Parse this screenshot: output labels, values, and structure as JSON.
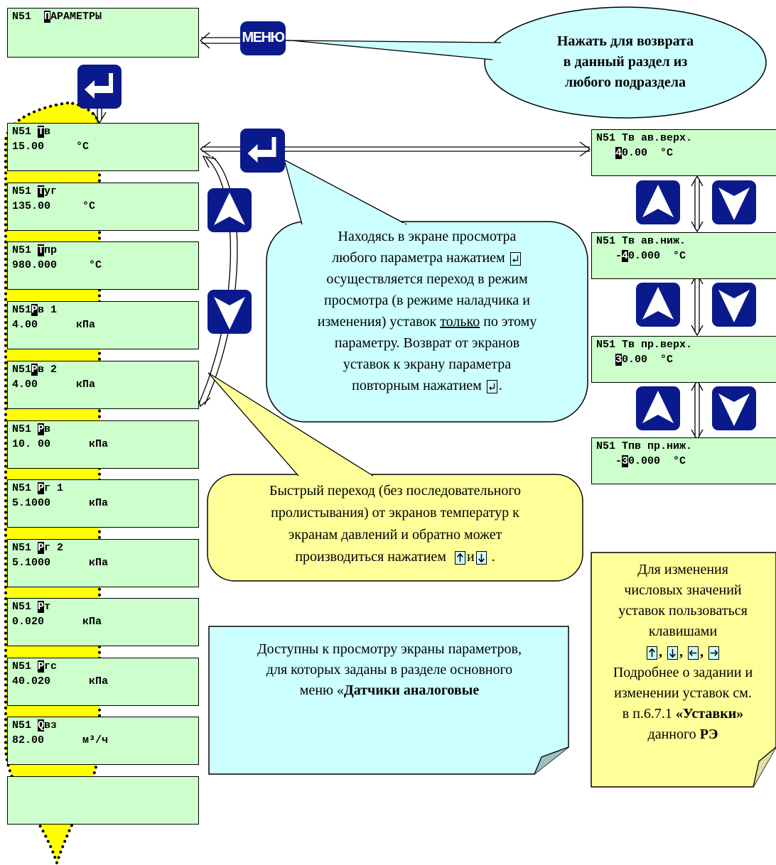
{
  "menu_screen": {
    "line1": "N51  ПАРАМЕТРЫ",
    "cursor": "П",
    "rest": "АРАМЕТРЫ"
  },
  "menu_key_label": "МЕНЮ",
  "return_callout": [
    "Нажать для возврата",
    "в данный раздел из",
    "любого подраздела"
  ],
  "param_screens": [
    {
      "l1a": "N51 ",
      "cur": "Т",
      "l1b": "в",
      "l2": "15.00     °C"
    },
    {
      "l1a": "N51 ",
      "cur": "Т",
      "l1b": "уг",
      "l2": "135.00     °C"
    },
    {
      "l1a": "N51 ",
      "cur": "Т",
      "l1b": "пр",
      "l2": "980.000     °C"
    },
    {
      "l1a": "N51",
      "cur": "Р",
      "l1b": "в 1",
      "l2": "4.00      кПа"
    },
    {
      "l1a": "N51",
      "cur": "Р",
      "l1b": "в 2",
      "l2": "4.00      кПа"
    },
    {
      "l1a": "N51 ",
      "cur": "Р",
      "l1b": "в",
      "l2": "10. 00      кПа"
    },
    {
      "l1a": "N51 ",
      "cur": "Р",
      "l1b": "г 1",
      "l2": "5.1000      кПа"
    },
    {
      "l1a": "N51 ",
      "cur": "Р",
      "l1b": "г 2",
      "l2": "5.1000      кПа"
    },
    {
      "l1a": "N51 ",
      "cur": "Р",
      "l1b": "т",
      "l2": "0.020      кПа"
    },
    {
      "l1a": "N51 ",
      "cur": "Р",
      "l1b": "гс",
      "l2": "40.020      кПа"
    },
    {
      "l1a": "N51 ",
      "cur": "Q",
      "l1b": "вз",
      "l2": "82.00      м³/ч"
    },
    {
      "l1a": "",
      "cur": "",
      "l1b": "",
      "l2": ""
    }
  ],
  "setpoint_screens": [
    {
      "l1": "N51 Тв ав.верх.",
      "l2a": "   ",
      "cur": "4",
      "l2b": "0.00  °C"
    },
    {
      "l1": "N51 Тв ав.ниж.",
      "l2a": "   -",
      "cur": "4",
      "l2b": "0.000  °C"
    },
    {
      "l1": "N51 Тв пр.верх.",
      "l2a": "   ",
      "cur": "3",
      "l2b": "0.00  °C"
    },
    {
      "l1": "N51 Тпв пр.ниж.",
      "l2a": "   -",
      "cur": "3",
      "l2b": "0.000  °C"
    }
  ],
  "enter_callout": {
    "line1": "Находясь в экране просмотра",
    "line2": "любого параметра нажатием",
    "line3": "осуществляется переход в режим",
    "line4": "просмотра (в режиме наладчика и",
    "line5a": "изменения) уставок",
    "line5u": "только",
    "line5b": "по этому",
    "line6": "параметру. Возврат от экранов",
    "line7": "уставок к экрану параметра",
    "line8": "повторным нажатием",
    "line8end": "."
  },
  "fast_callout": {
    "line1": "Быстрый переход (без последовательного",
    "line2": "пролистывания) от экранов температур к",
    "line3": "экранам давлений и обратно может",
    "line4": "производиться нажатием",
    "and": "и",
    "end": "."
  },
  "available_note": {
    "line1": "Доступны к просмотру экраны параметров,",
    "line2": "для которых заданы в разделе основного",
    "line3a": "меню «",
    "line3b": "Датчики аналоговые"
  },
  "edit_note": {
    "line1": "Для изменения",
    "line2": "числовых значений",
    "line3": "уставок пользоваться",
    "line4": "клавишами",
    "sep": ",",
    "line6": "Подробнее о задании и",
    "line7": "изменении уставок см.",
    "line8a": "в п.6.7.1 ",
    "line8b": "«Уставки»",
    "line9a": "данного ",
    "line9b": "РЭ"
  },
  "colors": {
    "lcd": "#ccffcc",
    "key": "#0a1a8c",
    "callout_cyan": "#ccffff",
    "callout_yellow": "#ffff99",
    "dots": "#ffff00"
  }
}
